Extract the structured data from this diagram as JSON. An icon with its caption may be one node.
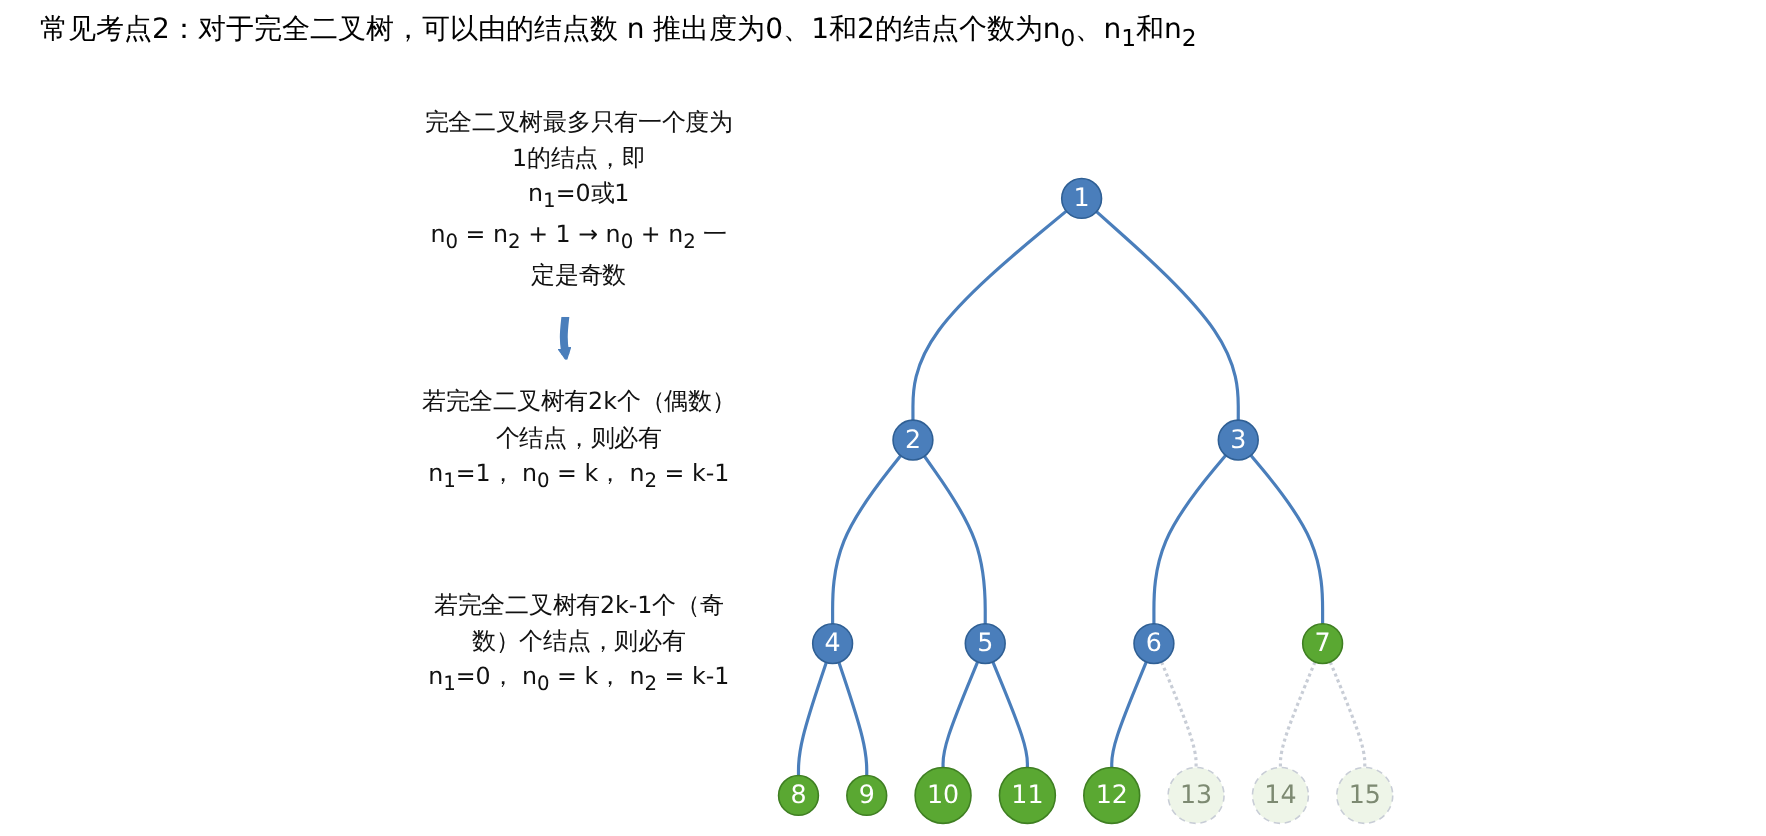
{
  "diagram": {
    "title": "常见考点2：对于完全二叉树，可以由的结点数 n 推出度为0、1和2的结点个数为n$_{0}$、n$_{1}$和n$_{2}$",
    "nodes": [
      {
        "text": [
          "完全二叉树最多只有一个度为1的结点，即",
          "n$_{1}$=0或1",
          "n$_{0}$ = n$_{2}$ + 1 → n$_{0}$ + n$_{2}$ 一定是奇数"
        ]
      },
      {
        "text": [
          "若完全二叉树有2k个（偶数）个结点，则必有",
          "n$_{1}$=1， n$_{0}$ = k， n$_{2}$ = k-1"
        ]
      },
      {
        "text": [
          "若完全二叉树有2k-1个（奇数）个结点，则必有",
          "n$_{1}$=0， n$_{0}$ = k， n$_{2}$ = k-1"
        ]
      },
      {
        "text": [
          "1"
        ]
      },
      {
        "text": [
          "2"
        ]
      },
      {
        "text": [
          "3"
        ]
      },
      {
        "text": [
          "4"
        ]
      },
      {
        "text": [
          "5"
        ]
      },
      {
        "text": [
          "6"
        ]
      },
      {
        "text": [
          "7"
        ]
      },
      {
        "text": [
          "8"
        ]
      },
      {
        "text": [
          "9"
        ]
      },
      {
        "text": [
          "10"
        ]
      },
      {
        "text": [
          "11"
        ]
      },
      {
        "text": [
          "12"
        ]
      },
      {
        "text": [
          "13"
        ]
      },
      {
        "text": [
          "14"
        ]
      },
      {
        "text": [
          "15"
        ]
      }
    ],
    "edges": [
      {
        "from": 0,
        "to": 1,
        "arrow": "to",
        "style": "thick"
      },
      {
        "from": 3,
        "to": 4,
        "arrow": "none"
      },
      {
        "from": 3,
        "to": 5,
        "arrow": "none"
      },
      {
        "from": 4,
        "to": 6,
        "arrow": "none"
      },
      {
        "from": 4,
        "to": 7,
        "arrow": "none"
      },
      {
        "from": 5,
        "to": 8,
        "arrow": "none"
      },
      {
        "from": 5,
        "to": 9,
        "arrow": "none"
      },
      {
        "from": 6,
        "to": 10,
        "arrow": "none"
      },
      {
        "from": 6,
        "to": 11,
        "arrow": "none"
      },
      {
        "from": 7,
        "to": 12,
        "arrow": "none"
      },
      {
        "from": 7,
        "to": 13,
        "arrow": "none"
      },
      {
        "from": 8,
        "to": 14,
        "arrow": "none"
      },
      {
        "from": 8,
        "to": 15,
        "arrow": "none",
        "style": "dashed",
        "color": "#c8cdd6"
      },
      {
        "from": 9,
        "to": 16,
        "arrow": "none",
        "style": "dashed",
        "color": "#c8cdd6"
      },
      {
        "from": 9,
        "to": 17,
        "arrow": "none",
        "style": "dashed",
        "color": "#c8cdd6"
      }
    ]
  }
}
